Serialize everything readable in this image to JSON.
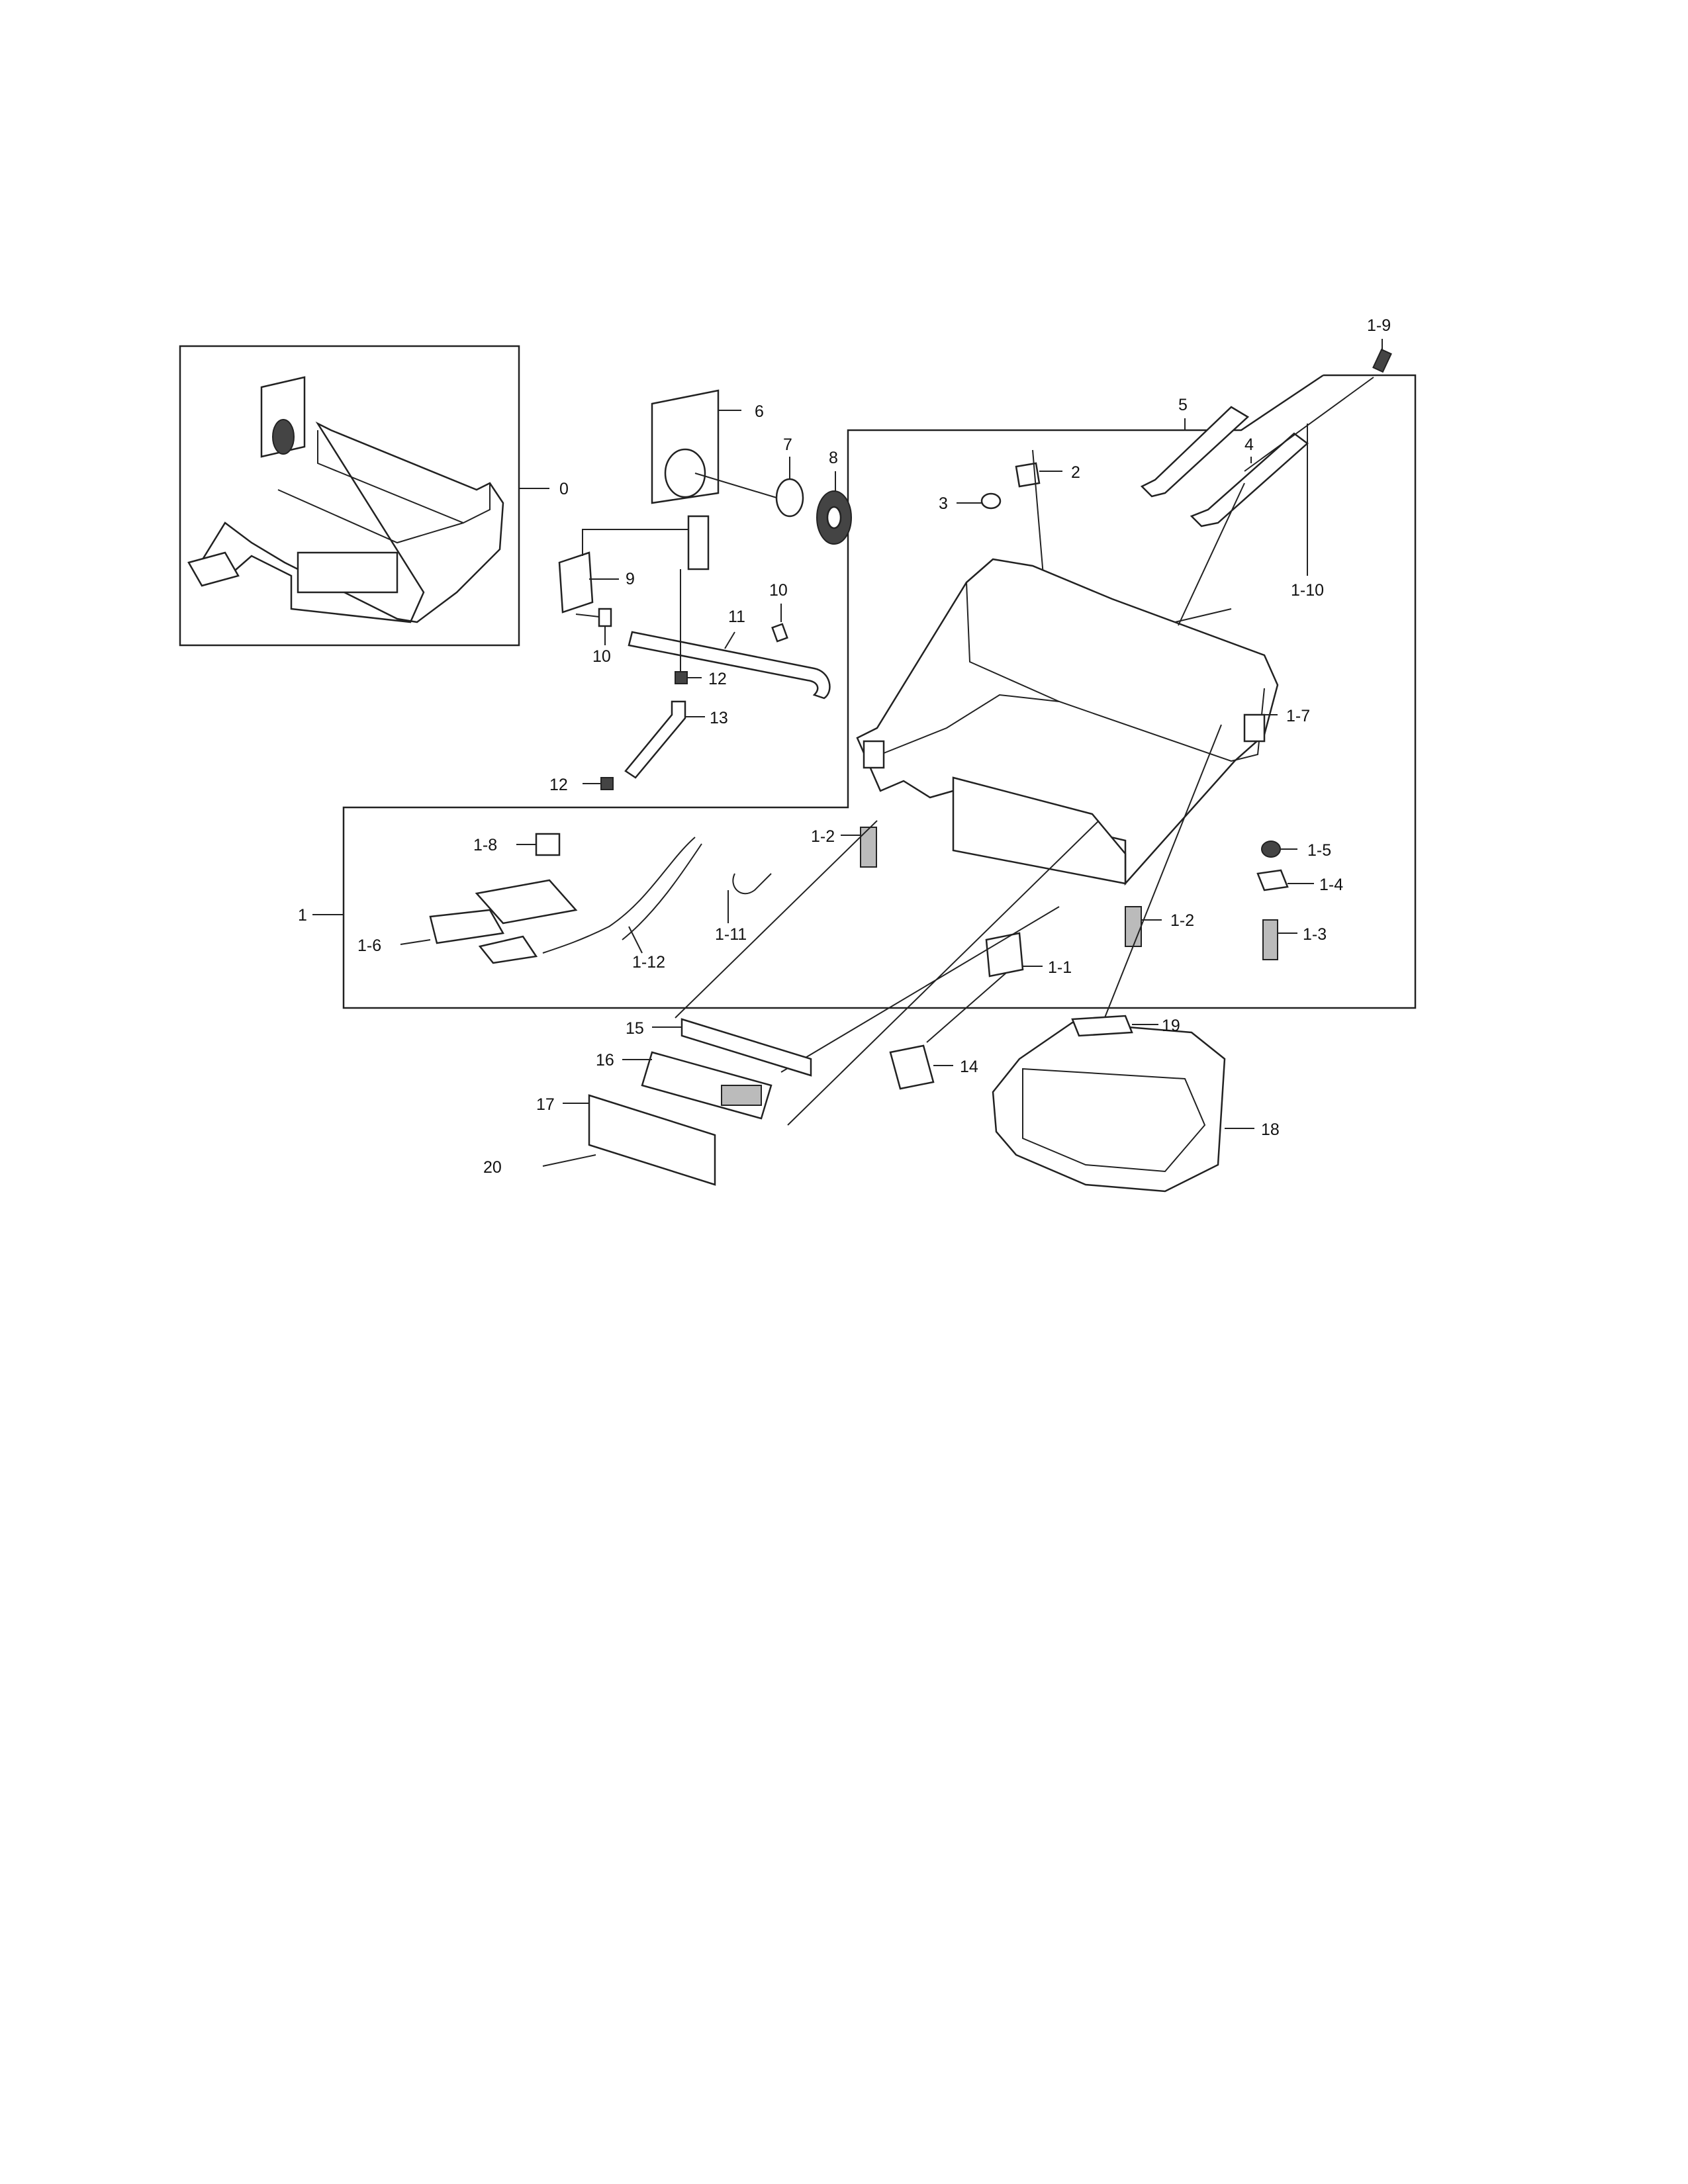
{
  "labels": {
    "l0": "0",
    "l1": "1",
    "l2": "2",
    "l3": "3",
    "l4": "4",
    "l5": "5",
    "l6": "6",
    "l7": "7",
    "l8": "8",
    "l9": "9",
    "l10a": "10",
    "l10b": "10",
    "l11": "11",
    "l12a": "12",
    "l12b": "12",
    "l13": "13",
    "l14": "14",
    "l15": "15",
    "l16": "16",
    "l17": "17",
    "l18": "18",
    "l19": "19",
    "l20": "20",
    "l1_1": "1-1",
    "l1_2a": "1-2",
    "l1_2b": "1-2",
    "l1_3": "1-3",
    "l1_4": "1-4",
    "l1_5": "1-5",
    "l1_6": "1-6",
    "l1_7": "1-7",
    "l1_8": "1-8",
    "l1_9": "1-9",
    "l1_10": "1-10",
    "l1_11": "1-11",
    "l1_12": "1-12"
  }
}
